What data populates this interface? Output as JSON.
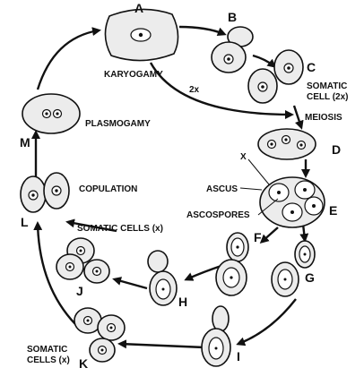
{
  "stages": {
    "A": "A",
    "B": "B",
    "C": "C",
    "D": "D",
    "E": "E",
    "F": "F",
    "G": "G",
    "H": "H",
    "I": "I",
    "J": "J",
    "K": "K",
    "L": "L",
    "M": "M"
  },
  "labels": {
    "karyogamy": "KARYOGAMY",
    "two_x": "2x",
    "somatic_cell_2x_line1": "SOMATIC",
    "somatic_cell_2x_line2": "CELL (2x)",
    "meiosis": "MEIOSIS",
    "x": "X",
    "ascus": "ASCUS",
    "ascospores": "ASCOSPORES",
    "plasmogamy": "PLASMOGAMY",
    "copulation": "COPULATION",
    "somatic_cells_x": "SOMATIC CELLS (x)",
    "somatic_cells_x_bottom_line1": "SOMATIC",
    "somatic_cells_x_bottom_line2": "CELLS (x)"
  }
}
